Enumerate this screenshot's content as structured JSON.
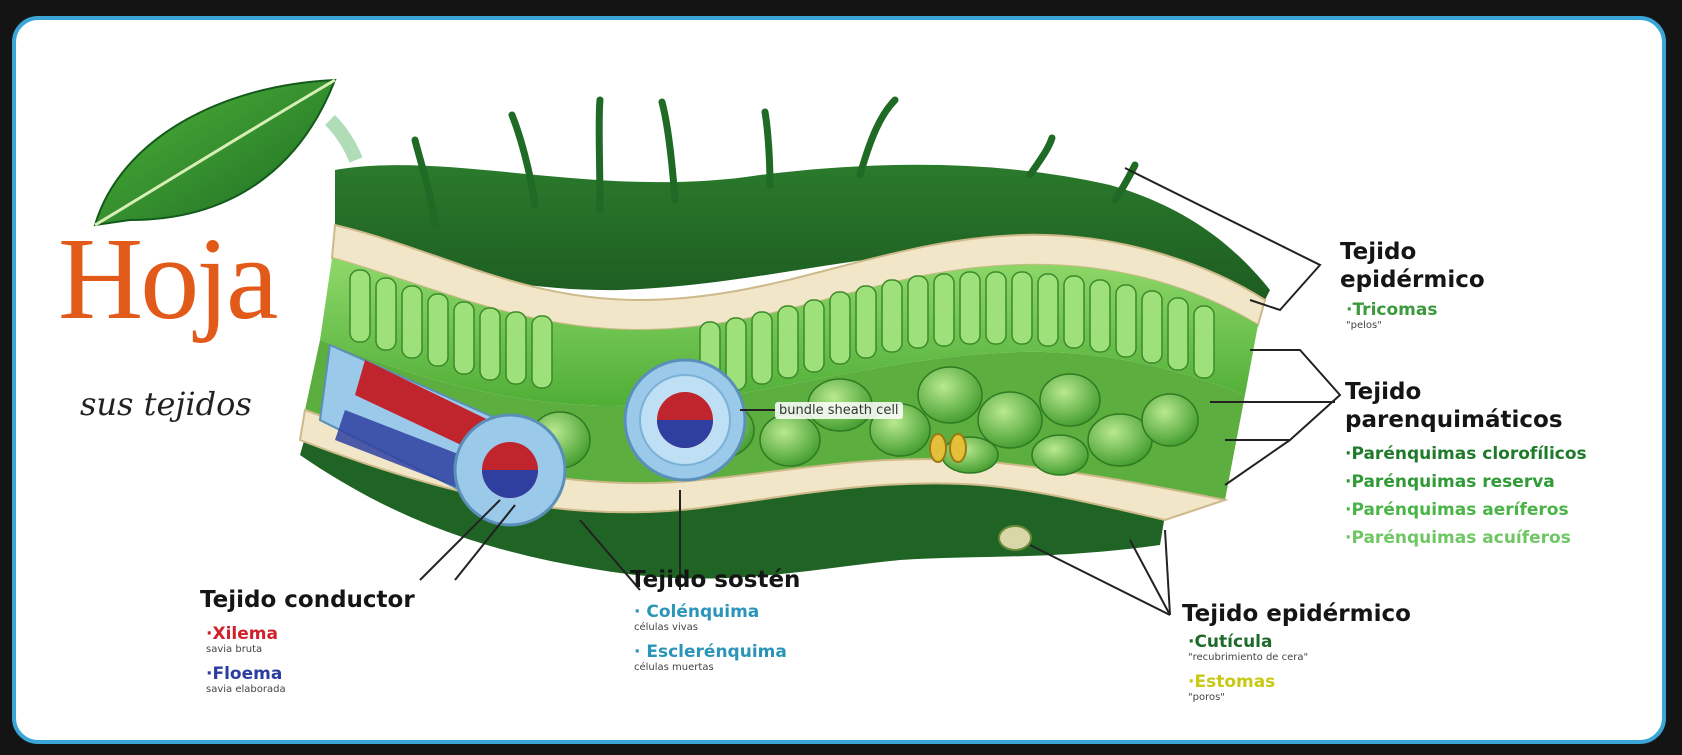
{
  "title": "Hoja",
  "subtitle": "sus tejidos",
  "bundle_label": "bundle sheath cell",
  "conductor": {
    "heading": "Tejido conductor",
    "items": [
      {
        "label": "·Xilema",
        "note": "savia bruta",
        "color": "#d0202a"
      },
      {
        "label": "·Floema",
        "note": "savia elaborada",
        "color": "#2b3d9e"
      }
    ]
  },
  "sosten": {
    "heading": "Tejido sostén",
    "items": [
      {
        "label": "· Colénquima",
        "note": "células vivas",
        "color": "#2a95b8"
      },
      {
        "label": "· Esclerénquima",
        "note": "células muertas",
        "color": "#2a95b8"
      }
    ]
  },
  "epidermico_top": {
    "heading_line1": "Tejido",
    "heading_line2": "epidérmico",
    "items": [
      {
        "label": "·Tricomas",
        "note": "\"pelos\"",
        "color": "#3c9a3c"
      }
    ]
  },
  "parenquima": {
    "heading_line1": "Tejido",
    "heading_line2": "parenquimáticos",
    "items": [
      {
        "label": "·Parénquimas clorofílicos",
        "color": "#1f7a2a"
      },
      {
        "label": "·Parénquimas reserva",
        "color": "#2f9a36"
      },
      {
        "label": "·Parénquimas aeríferos",
        "color": "#4ab446"
      },
      {
        "label": "·Parénquimas acuíferos",
        "color": "#6fc763"
      }
    ]
  },
  "epidermico_bottom": {
    "heading": "Tejido epidérmico",
    "items": [
      {
        "label": "·Cutícula",
        "note": "\"recubrimiento de cera\"",
        "color": "#1f6a2a"
      },
      {
        "label": "·Estomas",
        "note": "\"poros\"",
        "color": "#c9c814"
      }
    ]
  }
}
